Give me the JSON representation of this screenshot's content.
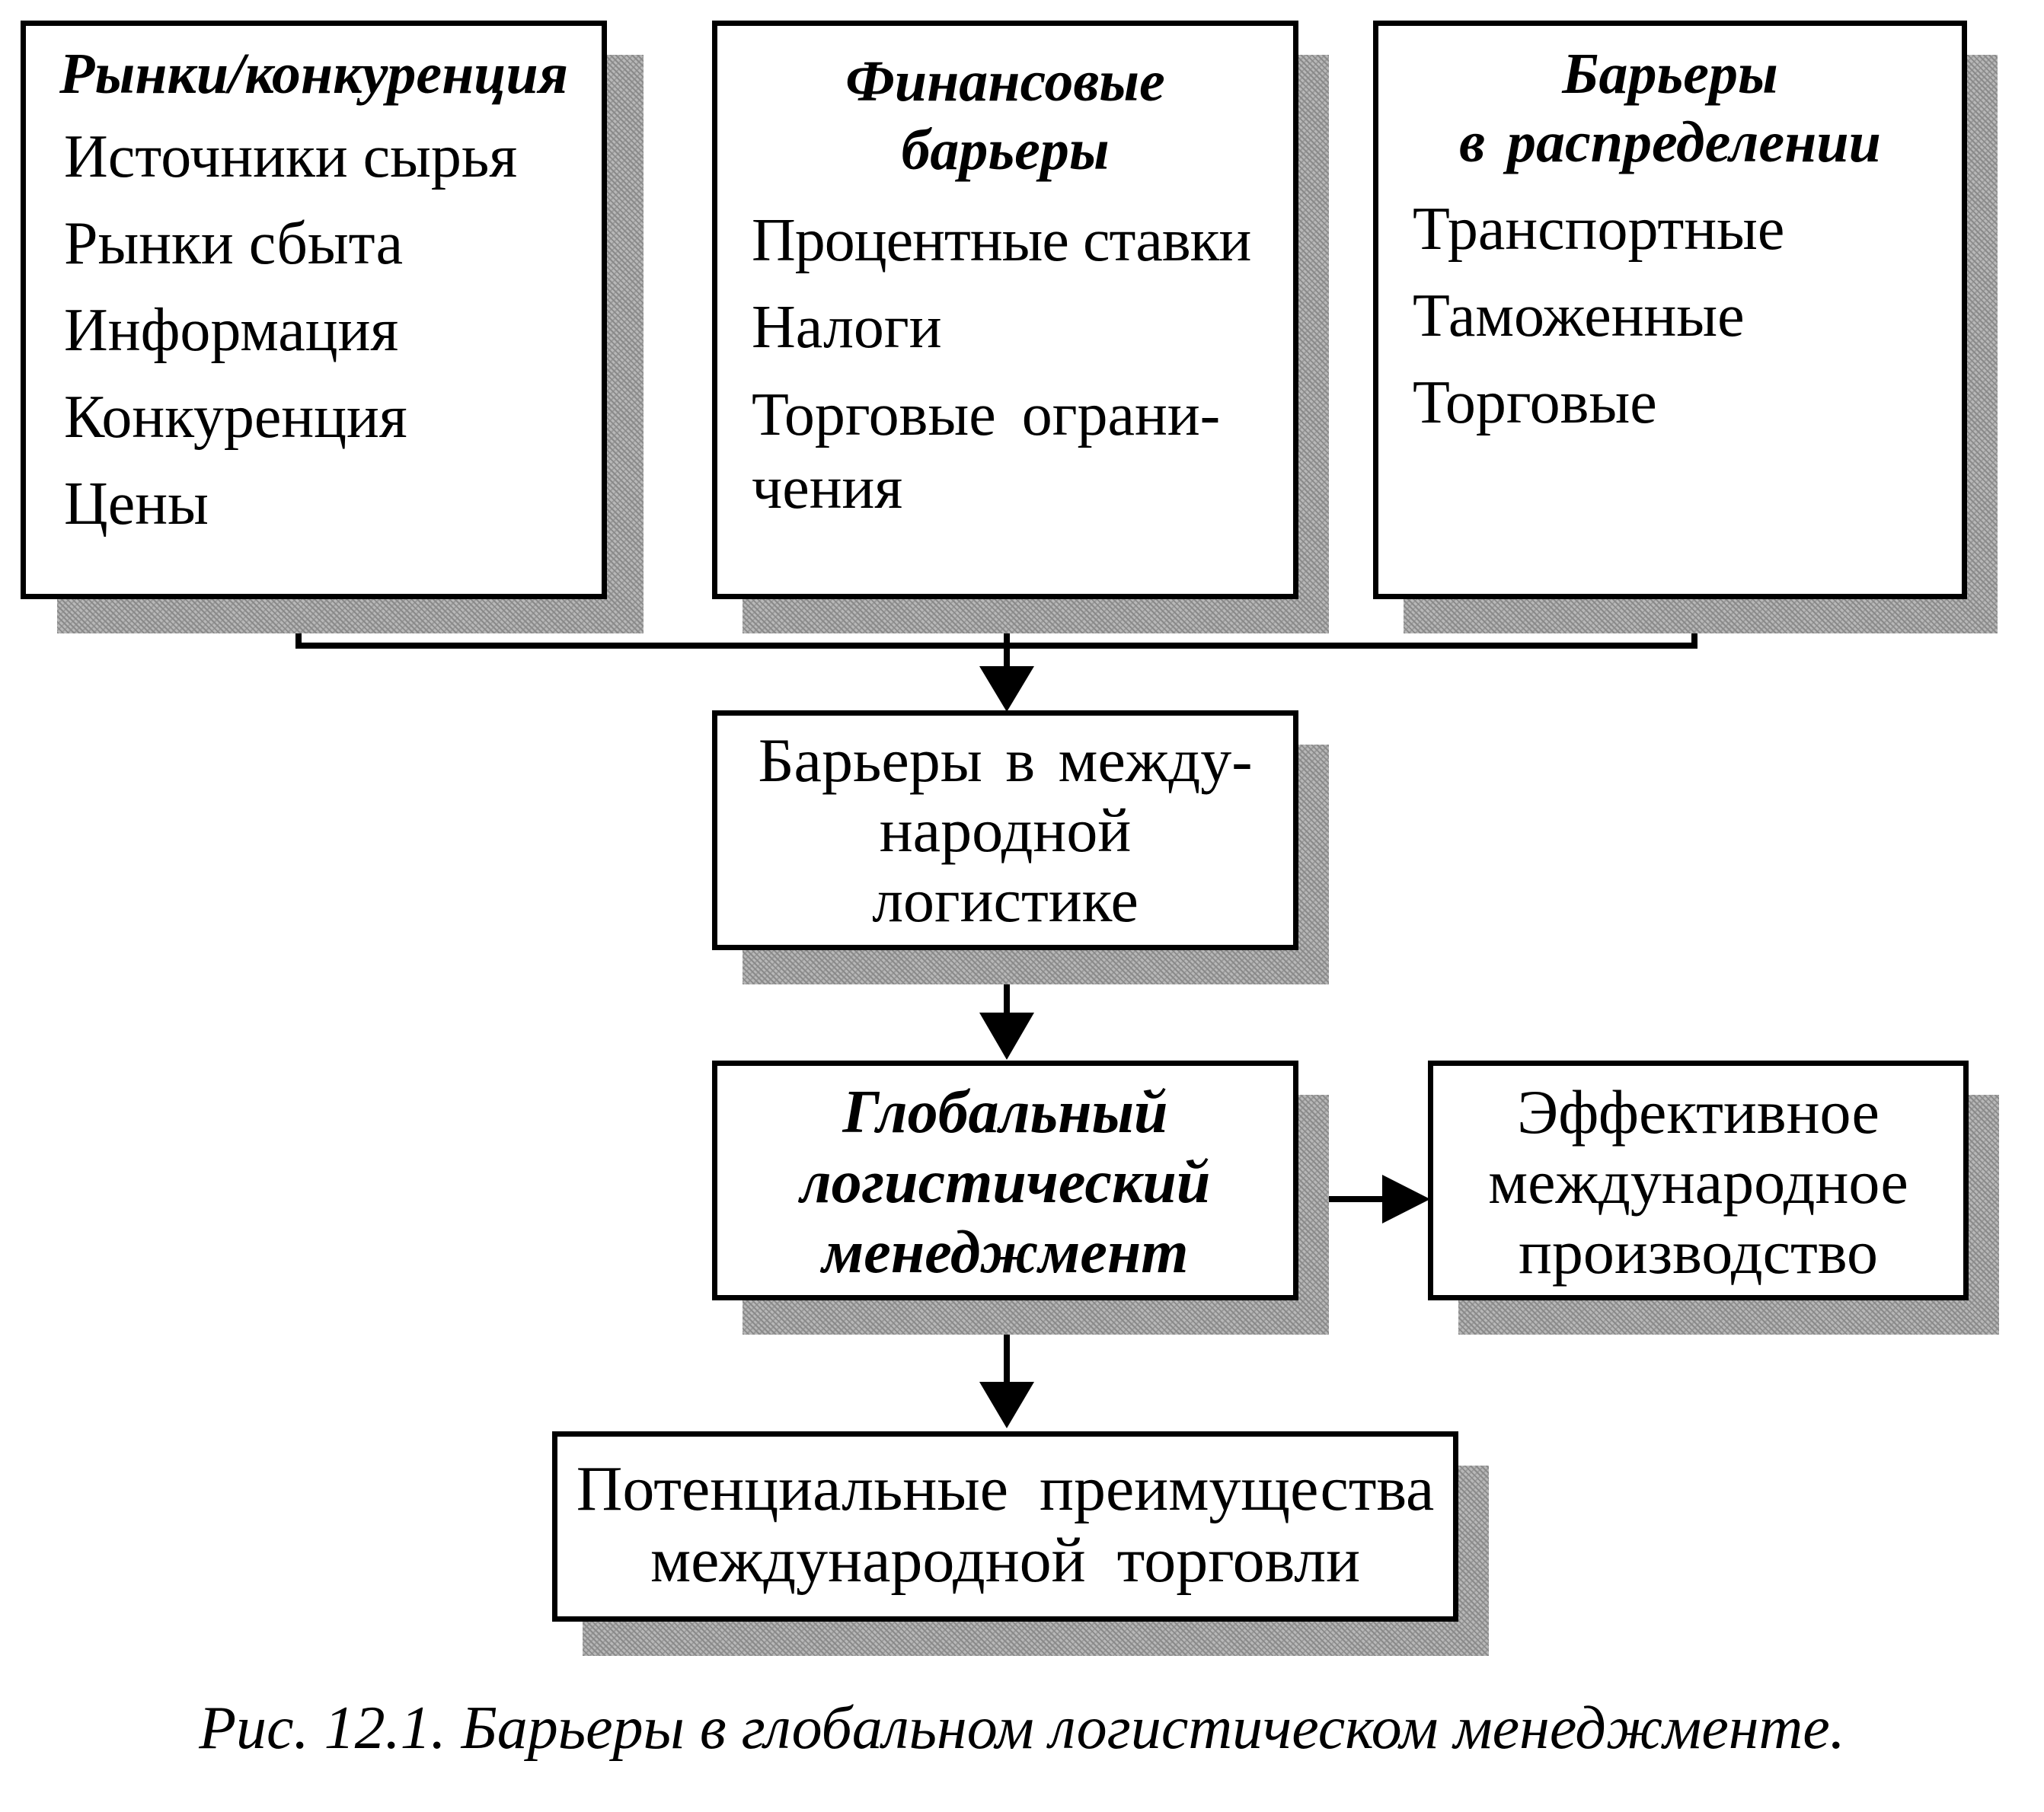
{
  "boxes": {
    "markets": {
      "title": "Рынки/конкуренция",
      "items": [
        "Источники сырья",
        "Рынки сбыта",
        "Информация",
        "Конкуренция",
        "Цены"
      ]
    },
    "financial": {
      "title_line1": "Финансовые",
      "title_line2": "барьеры",
      "items": [
        "Процентные ставки",
        "Налоги",
        "Торговые ограни-",
        "чения"
      ]
    },
    "distribution": {
      "title_line1": "Барьеры",
      "title_line2": "в распределении",
      "items": [
        "Транспортные",
        "Таможенные",
        "Торговые"
      ]
    },
    "barriers_intl": {
      "lines": [
        "Барьеры в между-",
        "народной",
        "логистике"
      ]
    },
    "global_mgmt": {
      "lines": [
        "Глобальный",
        "логистический",
        "менеджмент"
      ]
    },
    "effective_production": {
      "lines": [
        "Эффективное",
        "международное",
        "производство"
      ]
    },
    "potential_advantages": {
      "lines": [
        "Потенциальные преимущества",
        "международной торговли"
      ]
    }
  },
  "caption": "Рис. 12.1. Барьеры в глобальном логистическом менеджменте."
}
